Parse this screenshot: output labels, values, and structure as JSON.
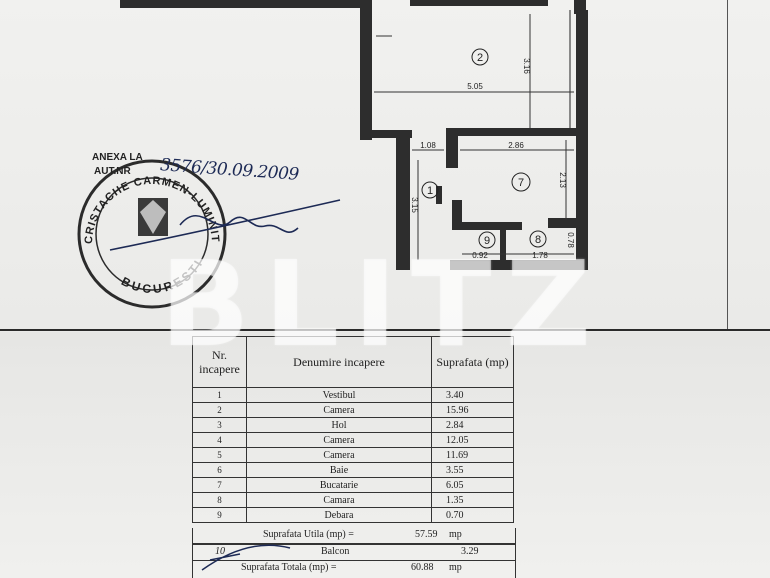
{
  "annex": {
    "anexa_label": "ANEXA LA",
    "aut_label": "AUT.NR",
    "handwritten_number": "3576/30.09.2009"
  },
  "stamp": {
    "text_top": "CRISTACHE CARMEN-LUMINITA",
    "text_bottom": "BUCURESTI"
  },
  "watermark": "BLITZ",
  "plan": {
    "rooms": [
      "1",
      "2",
      "7",
      "8",
      "9"
    ],
    "dimensions": [
      "5.05",
      "3.16",
      "1.08",
      "2.86",
      "2.13",
      "3.15",
      "0.92",
      "1.78",
      "0.78"
    ]
  },
  "table": {
    "headers": {
      "nr": "Nr. incapere",
      "name": "Denumire incapere",
      "area": "Suprafata (mp)"
    },
    "rows": [
      {
        "nr": "1",
        "name": "Vestibul",
        "area": "3.40"
      },
      {
        "nr": "2",
        "name": "Camera",
        "area": "15.96"
      },
      {
        "nr": "3",
        "name": "Hol",
        "area": "2.84"
      },
      {
        "nr": "4",
        "name": "Camera",
        "area": "12.05"
      },
      {
        "nr": "5",
        "name": "Camera",
        "area": "11.69"
      },
      {
        "nr": "6",
        "name": "Baie",
        "area": "3.55"
      },
      {
        "nr": "7",
        "name": "Bucatarie",
        "area": "6.05"
      },
      {
        "nr": "8",
        "name": "Camara",
        "area": "1.35"
      },
      {
        "nr": "9",
        "name": "Debara",
        "area": "0.70"
      }
    ],
    "useful_label": "Suprafata Utila (mp) =",
    "useful_value": "57.59",
    "useful_unit": "mp",
    "balcony": {
      "nr": "10",
      "name": "Balcon",
      "area": "3.29"
    },
    "total_label": "Suprafata Totala (mp) =",
    "total_value": "60.88",
    "total_unit": "mp"
  }
}
